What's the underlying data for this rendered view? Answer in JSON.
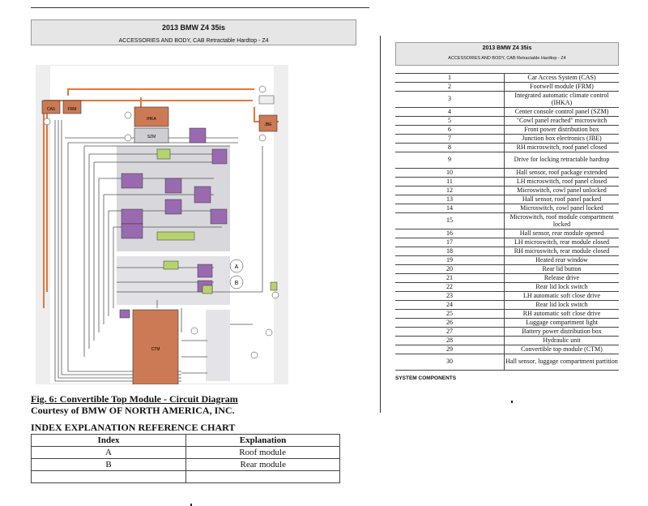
{
  "left_header": {
    "title": "2013 BMW Z4 35is",
    "subtitle": "ACCESSORIES AND BODY, CAB Retractable Hardtop - Z4"
  },
  "right_header": {
    "title": "2013 BMW Z4 35is",
    "subtitle": "ACCESSORIES AND BODY, CAB Retractable Hardtop - Z4"
  },
  "figure": {
    "title": "Fig. 6: Convertible Top Module - Circuit Diagram",
    "courtesy": "Courtesy of BMW OF NORTH AMERICA, INC."
  },
  "index_chart": {
    "title": "INDEX EXPLANATION REFERENCE CHART",
    "headers": [
      "Index",
      "Explanation"
    ],
    "rows": [
      [
        "A",
        "Roof module"
      ],
      [
        "B",
        "Rear module"
      ],
      [
        "",
        ""
      ]
    ]
  },
  "components": [
    [
      "1",
      "Car Access System (CAS)"
    ],
    [
      "2",
      "Footwell module (FRM)"
    ],
    [
      "3",
      "Integrated automatic climate control (IHKA)"
    ],
    [
      "4",
      "Center console control panel (SZM)"
    ],
    [
      "5",
      "\"Cowl panel reached\" microswitch"
    ],
    [
      "6",
      "Front power distribution box"
    ],
    [
      "7",
      "Junction box electronics (JBE)"
    ],
    [
      "8",
      "RH microswitch, roof panel closed"
    ],
    [
      "9",
      "Drive for locking retractable hardtop"
    ],
    [
      "10",
      "Hall sensor, roof package extended"
    ],
    [
      "11",
      "LH microswitch, roof panel closed"
    ],
    [
      "12",
      "Microswitch, cowl panel unlocked"
    ],
    [
      "13",
      "Hall sensor, roof panel packed"
    ],
    [
      "14",
      "Microswitch, cowl panel locked"
    ],
    [
      "15",
      "Microswitch, roof module compartment locked"
    ],
    [
      "16",
      "Hall sensor, rear module opened"
    ],
    [
      "17",
      "LH microswitch, rear module closed"
    ],
    [
      "18",
      "RH microswitch, rear module closed"
    ],
    [
      "19",
      "Heated rear window"
    ],
    [
      "20",
      "Rear lid button"
    ],
    [
      "21",
      "Release drive"
    ],
    [
      "22",
      "Rear lid lock switch"
    ],
    [
      "23",
      "LH automatic soft close drive"
    ],
    [
      "24",
      "Rear lid lock switch"
    ],
    [
      "25",
      "RH automatic soft close drive"
    ],
    [
      "26",
      "Luggage compartment light"
    ],
    [
      "27",
      "Battery power distribution box"
    ],
    [
      "28",
      "Hydraulic unit"
    ],
    [
      "29",
      "Convertible top module (CTM)"
    ],
    [
      "30",
      "Hall sensor, luggage compartment partition"
    ]
  ],
  "system_components_label": "SYSTEM COMPONENTS",
  "diagram": {
    "box_labels": {
      "cas": "CAS",
      "frm": "FRM",
      "ihka": "IHKA",
      "szm": "SZM",
      "jbe": "JBE",
      "ctm": "CTM"
    },
    "section_labels": [
      "A",
      "B"
    ],
    "colors": {
      "orange": "#e07a3c",
      "purple": "#9a6ab0",
      "box_fill": "#cc7a55",
      "panel_gray": "#d8d8dc",
      "green": "#b6d36e"
    }
  }
}
